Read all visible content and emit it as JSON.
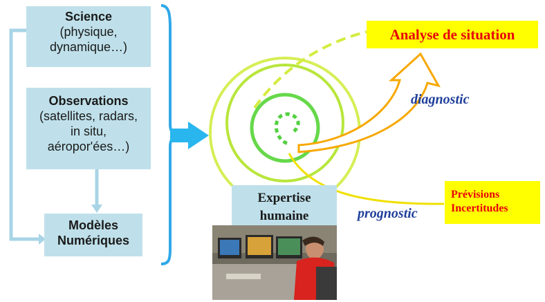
{
  "boxes": {
    "science": {
      "title": "Science",
      "lines": [
        "(physique,",
        "dynamique…)"
      ]
    },
    "observations": {
      "title": "Observations",
      "lines": [
        "(satellites, radars,",
        "in situ,",
        "aéropor'ées…)"
      ]
    },
    "models": {
      "lines": [
        "Modèles",
        "Numériques"
      ]
    },
    "expertise": {
      "lines": [
        "Expertise",
        "humaine"
      ]
    }
  },
  "outputs": {
    "analyse": "Analyse de situation",
    "previsions": [
      "Prévisions",
      "Incertitudes"
    ]
  },
  "labels": {
    "diagnostic": "diagnostic",
    "prognostic": "prognostic"
  },
  "colors": {
    "box_fill": "#bfe0ea",
    "connector": "#a8d4e6",
    "bracket": "#2fa8e8",
    "highlight": "#ffff00",
    "output_text": "#e8000b",
    "label_text": "#1f3f9a",
    "spiral_yellow_green": "#cfea3a",
    "spiral_green": "#58d848",
    "arrow_orange": "#f7a800"
  },
  "image": {
    "description_icon": "forecaster-workstation-photo"
  }
}
